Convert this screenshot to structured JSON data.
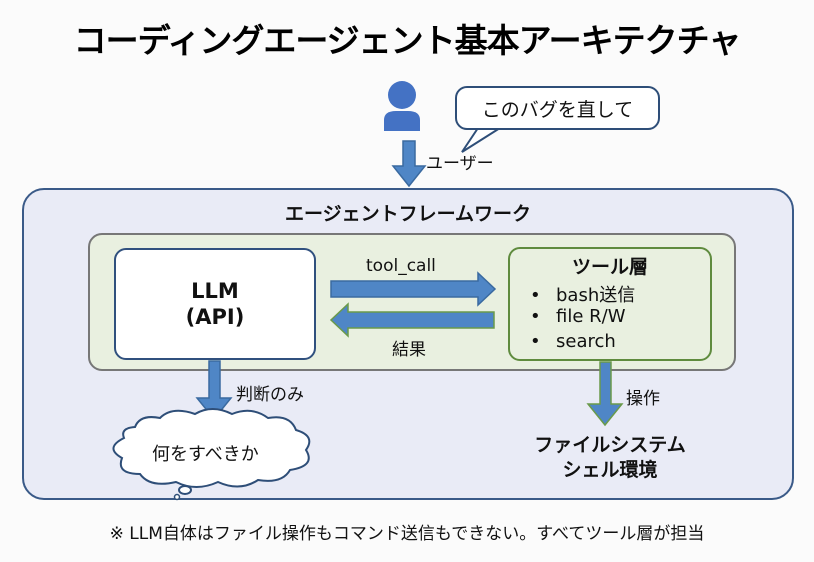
{
  "title": "コーディングエージェント基本アーキテクチャ",
  "user": {
    "icon": "person-icon",
    "speech": "このバグを直して",
    "arrow_label": "ユーザー"
  },
  "framework": {
    "label": "エージェントフレームワーク",
    "llm": {
      "line1": "LLM",
      "line2": "(API)"
    },
    "arrows": {
      "call_label": "tool_call",
      "result_label": "結果"
    },
    "tool_layer": {
      "title": "ツール層",
      "bullet": "•",
      "items": [
        "bash送信",
        "file R/W",
        "search"
      ]
    },
    "llm_down_label": "判断のみ",
    "thought": "何をすべきか",
    "tool_down_label": "操作",
    "target": {
      "line1": "ファイルシステム",
      "line2": "シェル環境"
    }
  },
  "footnote": "※ LLM自体はファイル操作もコマンド送信もできない。すべてツール層が担当",
  "colors": {
    "arrow_blue": "#4f86c6",
    "arrow_border": "#3a6aa0",
    "arrow_green_border": "#6a9a4a",
    "framework_bg": "#e9ebf6",
    "framework_border": "#3a5a88",
    "inner_bg": "#e9f0e0",
    "tool_border": "#5f8b3e",
    "person": "#4472c4"
  }
}
